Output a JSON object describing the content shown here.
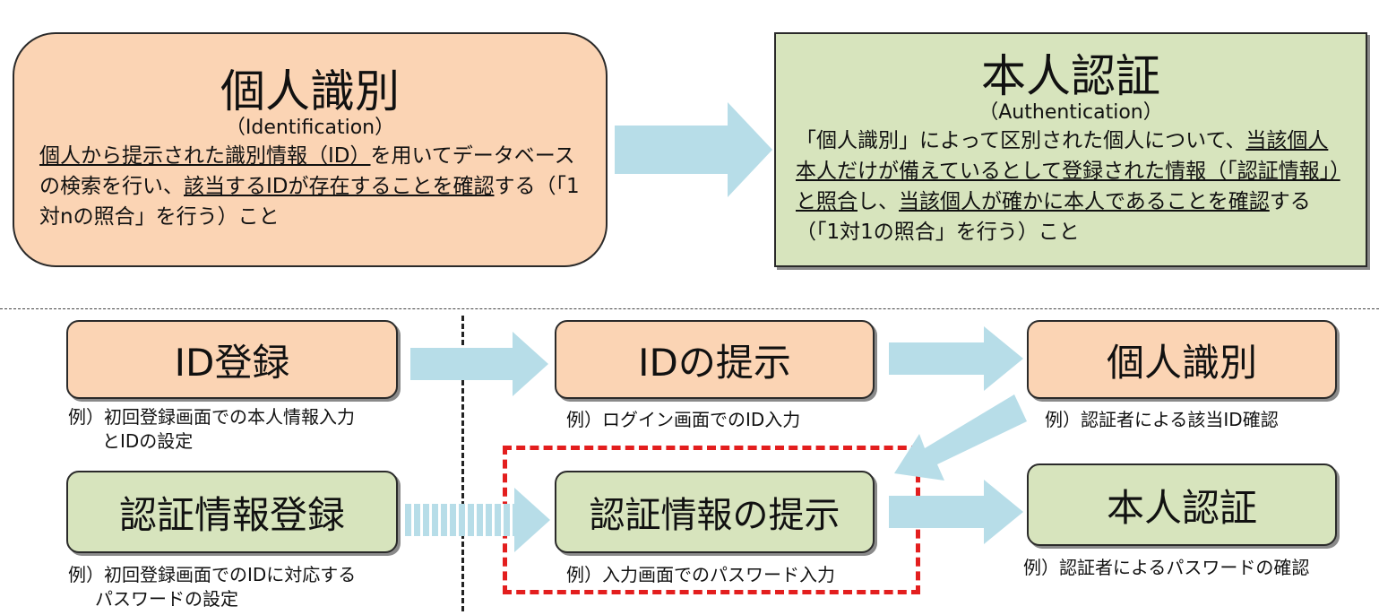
{
  "top": {
    "identification": {
      "title": "個人識別",
      "subtitle": "（Identification）",
      "desc_parts": [
        {
          "text": "個人から提示された識別情報（ID）",
          "underline": true
        },
        {
          "text": "を用いてデータベースの検索を行い、",
          "underline": false
        },
        {
          "text": "該当するIDが存在することを確認",
          "underline": true
        },
        {
          "text": "する（「1対nの照合」を行う）こと",
          "underline": false
        }
      ]
    },
    "authentication": {
      "title": "本人認証",
      "subtitle": "（Authentication）",
      "desc_parts": [
        {
          "text": "「個人識別」によって区別された個人について、",
          "underline": false
        },
        {
          "text": "当該個人本人だけが備えているとして登録された情報（「認証情報」）と照合",
          "underline": true
        },
        {
          "text": "し、",
          "underline": false
        },
        {
          "text": "当該個人が確かに本人であることを確認",
          "underline": true
        },
        {
          "text": "する（「1対1の照合」を行う）こと",
          "underline": false
        }
      ]
    }
  },
  "steps": {
    "id_register": {
      "label": "ID登録",
      "caption_lines": [
        "例）初回登録画面での本人情報入力",
        "とIDの設定"
      ]
    },
    "auth_register": {
      "label": "認証情報登録",
      "caption_lines": [
        "例）初回登録画面でのIDに対応する",
        "パスワードの設定"
      ]
    },
    "id_present": {
      "label": "IDの提示",
      "caption": "例）ログイン画面でのID入力"
    },
    "auth_present": {
      "label": "認証情報の提示",
      "caption": "例）入力画面でのパスワード入力"
    },
    "identify": {
      "label": "個人識別",
      "caption": "例）認証者による該当ID確認"
    },
    "authenticate": {
      "label": "本人認証",
      "caption": "例）認証者によるパスワードの確認"
    }
  },
  "colors": {
    "orange_fill": "#fbd4b4",
    "green_fill": "#d7e4bd",
    "arrow": "#b7dde8",
    "highlight": "#e31e1e"
  }
}
